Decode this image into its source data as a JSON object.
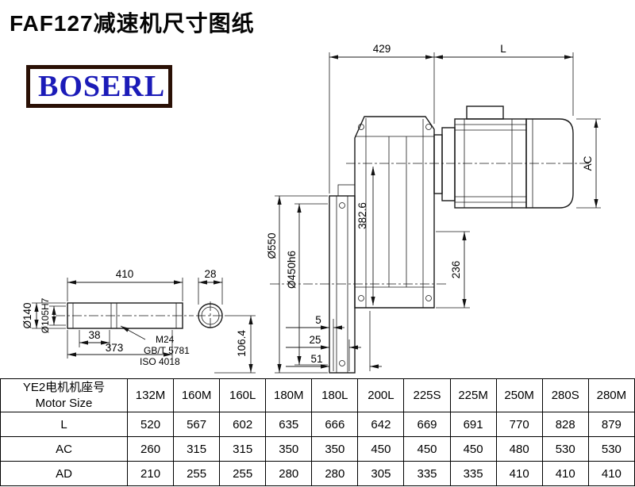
{
  "page": {
    "title": "FAF127减速机尺寸图纸",
    "logo_text": "BOSERL"
  },
  "drawing": {
    "dim_429": "429",
    "dim_L": "L",
    "dim_AC": "AC",
    "dim_d550": "Ø550",
    "dim_d450h6": "Ø450h6",
    "dim_382_6": "382.6",
    "dim_236": "236",
    "dim_5": "5",
    "dim_25": "25",
    "dim_51": "51",
    "shaft": {
      "dim_410": "410",
      "dim_28": "28",
      "dim_38": "38",
      "dim_373": "373",
      "dim_d140": "Ø140",
      "dim_d105H7": "Ø105H7",
      "thread_spec": "M24",
      "thread_standard": "GB/T 5781",
      "thread_iso": "ISO 4018",
      "dim_106_4": "106.4"
    }
  },
  "table": {
    "header_cn": "YE2电机机座号",
    "header_en": "Motor Size",
    "columns": [
      "132M",
      "160M",
      "160L",
      "180M",
      "180L",
      "200L",
      "225S",
      "225M",
      "250M",
      "280S",
      "280M"
    ],
    "rows": [
      {
        "label": "L",
        "values": [
          "520",
          "567",
          "602",
          "635",
          "666",
          "642",
          "669",
          "691",
          "770",
          "828",
          "879"
        ]
      },
      {
        "label": "AC",
        "values": [
          "260",
          "315",
          "315",
          "350",
          "350",
          "450",
          "450",
          "450",
          "480",
          "530",
          "530"
        ]
      },
      {
        "label": "AD",
        "values": [
          "210",
          "255",
          "255",
          "280",
          "280",
          "305",
          "335",
          "335",
          "410",
          "410",
          "410"
        ]
      }
    ]
  }
}
